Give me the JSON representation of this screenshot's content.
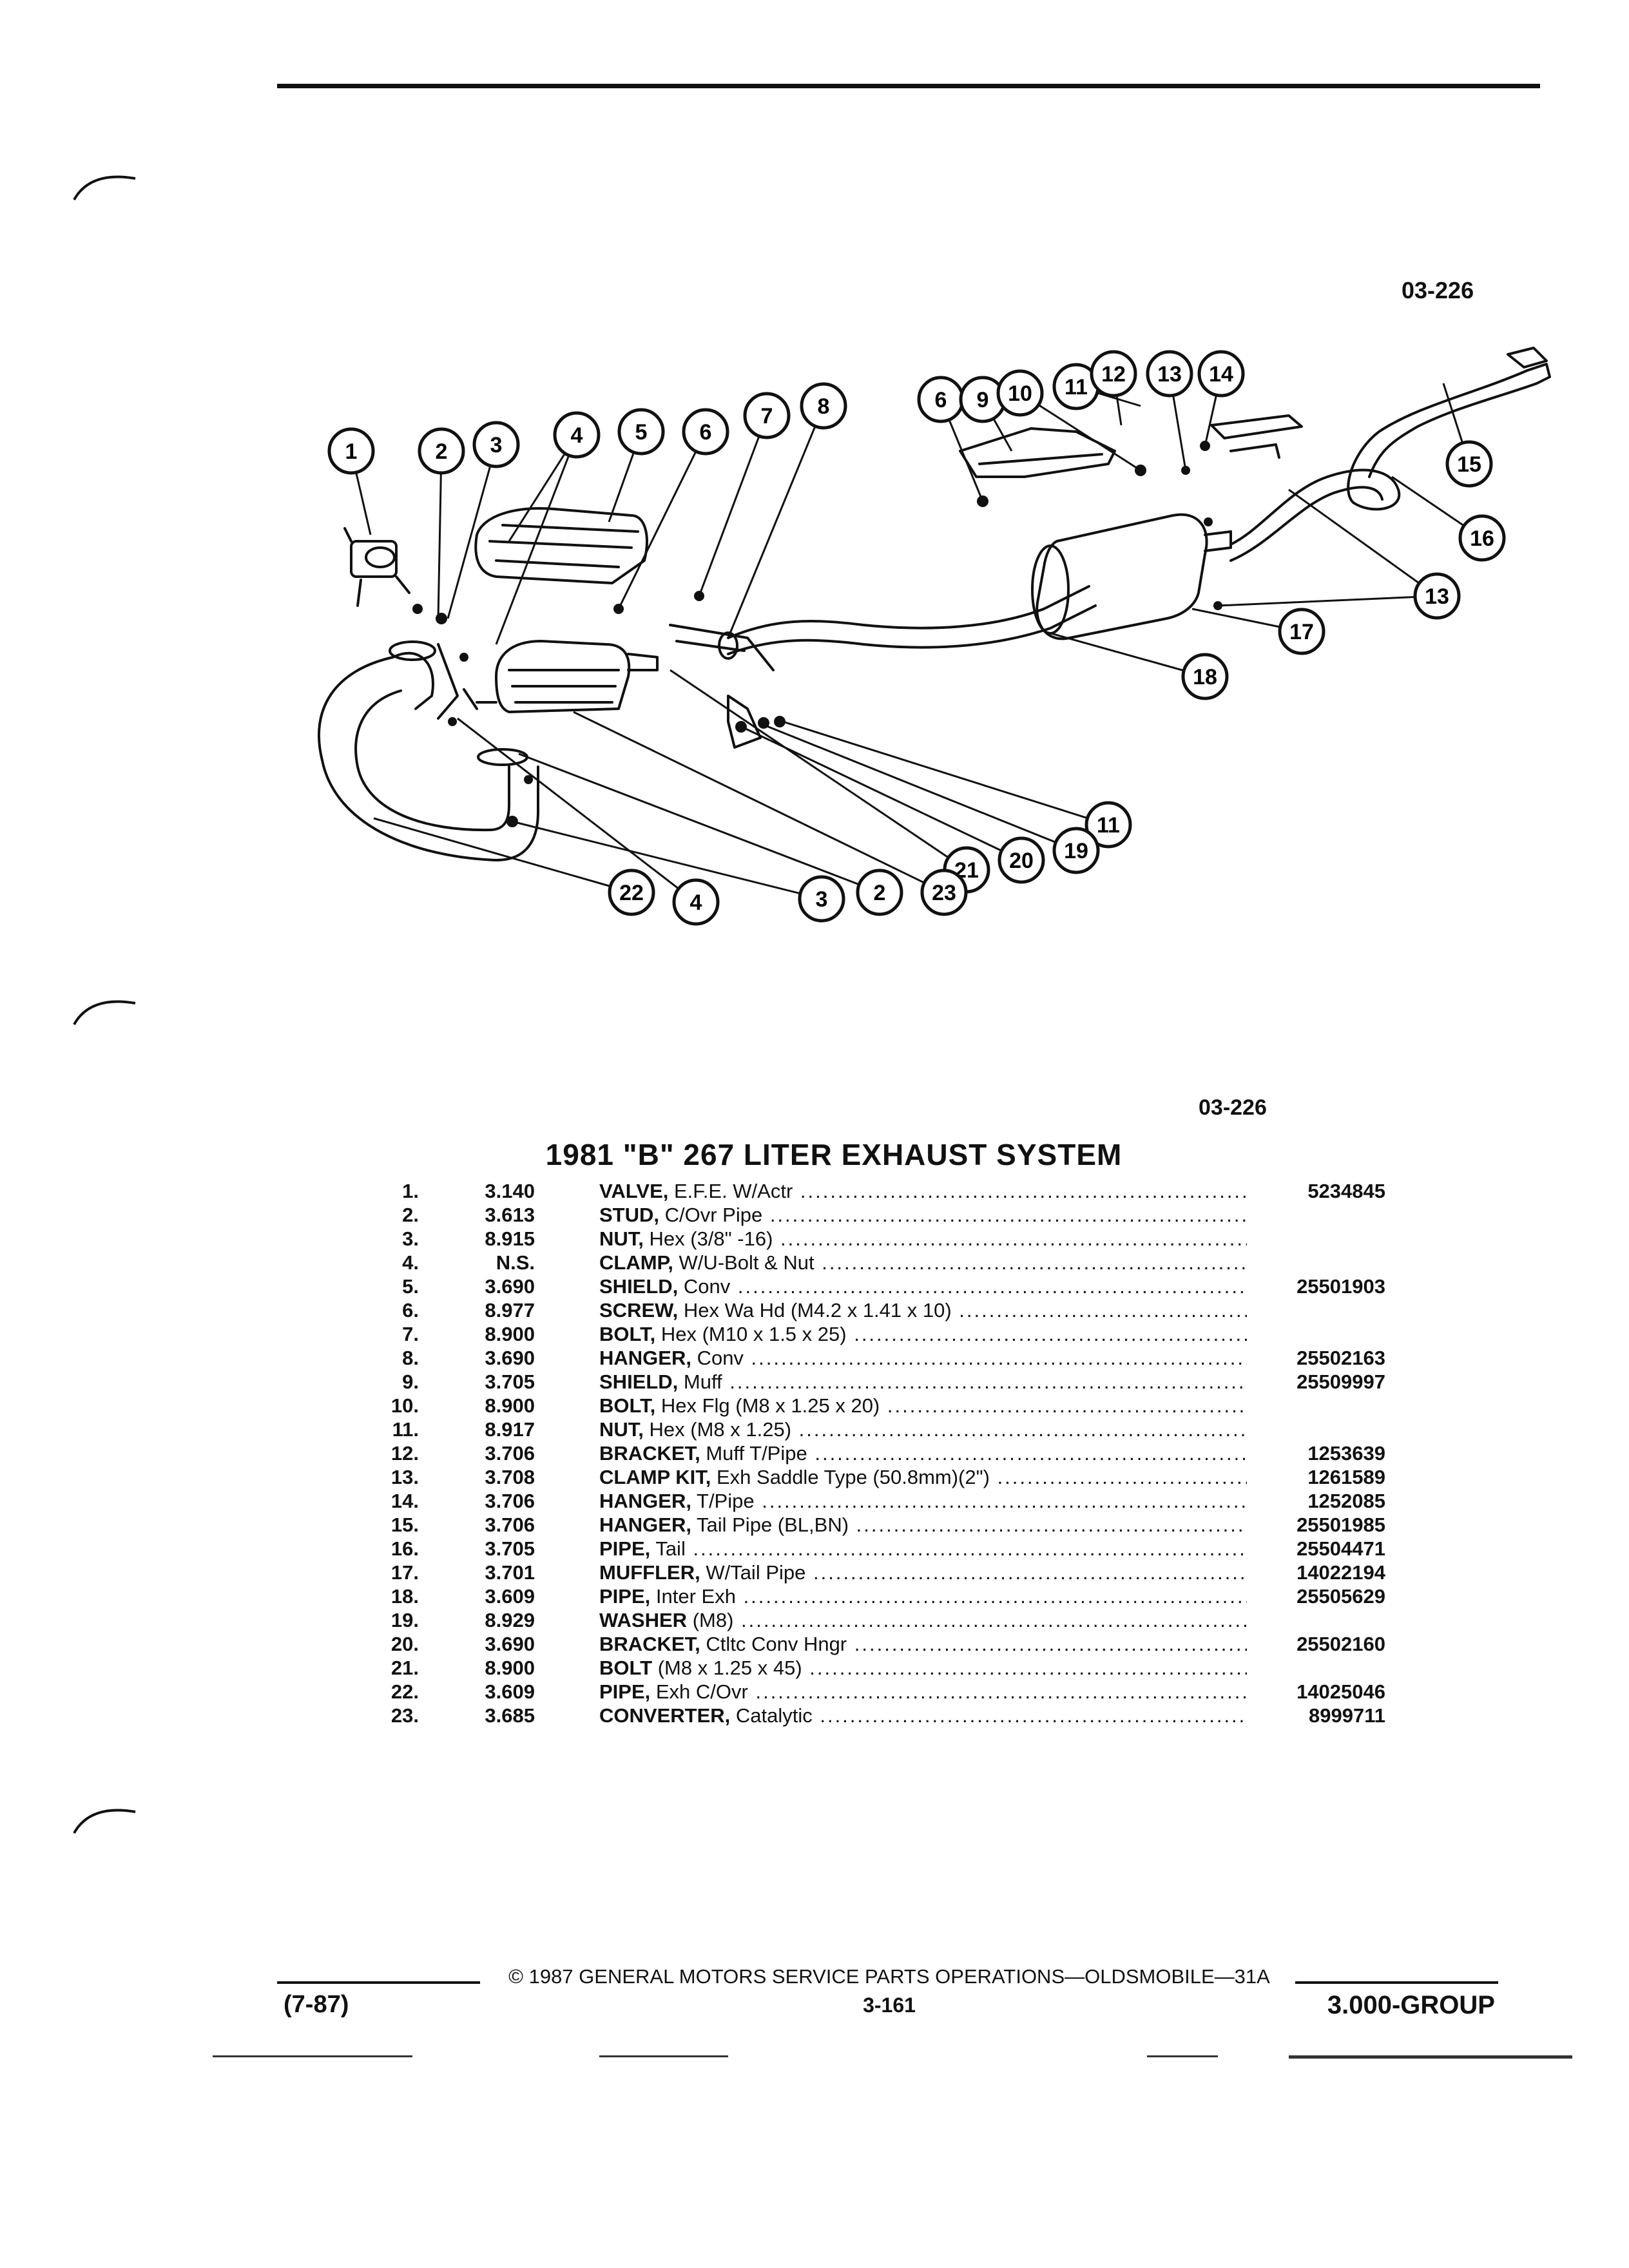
{
  "figure": {
    "code_top": "03-226",
    "code_bottom": "03-226",
    "callouts": [
      "1",
      "2",
      "3",
      "4",
      "5",
      "6",
      "7",
      "8",
      "6",
      "9",
      "10",
      "11",
      "12",
      "13",
      "14",
      "15",
      "16",
      "13",
      "17",
      "18",
      "11",
      "19",
      "20",
      "21",
      "23",
      "2",
      "3",
      "4",
      "22"
    ]
  },
  "table": {
    "title": "1981 \"B\" 267 LITER EXHAUST SYSTEM",
    "rows": [
      {
        "num": "1.",
        "group": "3.140",
        "name": "VALVE,",
        "spec": "E.F.E. W/Actr",
        "part": "5234845"
      },
      {
        "num": "2.",
        "group": "3.613",
        "name": "STUD,",
        "spec": "C/Ovr Pipe",
        "part": ""
      },
      {
        "num": "3.",
        "group": "8.915",
        "name": "NUT,",
        "spec": "Hex (3/8\" -16)",
        "part": ""
      },
      {
        "num": "4.",
        "group": "N.S.",
        "name": "CLAMP,",
        "spec": "W/U-Bolt & Nut",
        "part": ""
      },
      {
        "num": "5.",
        "group": "3.690",
        "name": "SHIELD,",
        "spec": "Conv",
        "part": "25501903"
      },
      {
        "num": "6.",
        "group": "8.977",
        "name": "SCREW,",
        "spec": "Hex Wa Hd (M4.2 x 1.41 x 10)",
        "part": ""
      },
      {
        "num": "7.",
        "group": "8.900",
        "name": "BOLT,",
        "spec": "Hex (M10 x 1.5 x 25)",
        "part": ""
      },
      {
        "num": "8.",
        "group": "3.690",
        "name": "HANGER,",
        "spec": "Conv",
        "part": "25502163"
      },
      {
        "num": "9.",
        "group": "3.705",
        "name": "SHIELD,",
        "spec": "Muff",
        "part": "25509997"
      },
      {
        "num": "10.",
        "group": "8.900",
        "name": "BOLT,",
        "spec": "Hex Flg (M8 x 1.25 x 20)",
        "part": ""
      },
      {
        "num": "11.",
        "group": "8.917",
        "name": "NUT,",
        "spec": "Hex (M8 x 1.25)",
        "part": ""
      },
      {
        "num": "12.",
        "group": "3.706",
        "name": "BRACKET,",
        "spec": "Muff T/Pipe",
        "part": "1253639"
      },
      {
        "num": "13.",
        "group": "3.708",
        "name": "CLAMP KIT,",
        "spec": "Exh Saddle Type (50.8mm)(2\")",
        "part": "1261589"
      },
      {
        "num": "14.",
        "group": "3.706",
        "name": "HANGER,",
        "spec": "T/Pipe",
        "part": "1252085"
      },
      {
        "num": "15.",
        "group": "3.706",
        "name": "HANGER,",
        "spec": "Tail Pipe (BL,BN)",
        "part": "25501985"
      },
      {
        "num": "16.",
        "group": "3.705",
        "name": "PIPE,",
        "spec": "Tail",
        "part": "25504471"
      },
      {
        "num": "17.",
        "group": "3.701",
        "name": "MUFFLER,",
        "spec": "W/Tail Pipe",
        "part": "14022194"
      },
      {
        "num": "18.",
        "group": "3.609",
        "name": "PIPE,",
        "spec": "Inter Exh",
        "part": "25505629"
      },
      {
        "num": "19.",
        "group": "8.929",
        "name": "WASHER",
        "spec": "(M8)",
        "part": ""
      },
      {
        "num": "20.",
        "group": "3.690",
        "name": "BRACKET,",
        "spec": "Ctltc Conv Hngr",
        "part": "25502160"
      },
      {
        "num": "21.",
        "group": "8.900",
        "name": "BOLT",
        "spec": "(M8 x 1.25 x 45)",
        "part": ""
      },
      {
        "num": "22.",
        "group": "3.609",
        "name": "PIPE,",
        "spec": "Exh C/Ovr",
        "part": "14025046"
      },
      {
        "num": "23.",
        "group": "3.685",
        "name": "CONVERTER,",
        "spec": "Catalytic",
        "part": "8999711"
      }
    ]
  },
  "footer": {
    "date": "(7-87)",
    "copyright": "© 1987 GENERAL MOTORS SERVICE PARTS OPERATIONS—OLDSMOBILE—31A",
    "page": "3-161",
    "group": "3.000-GROUP"
  }
}
